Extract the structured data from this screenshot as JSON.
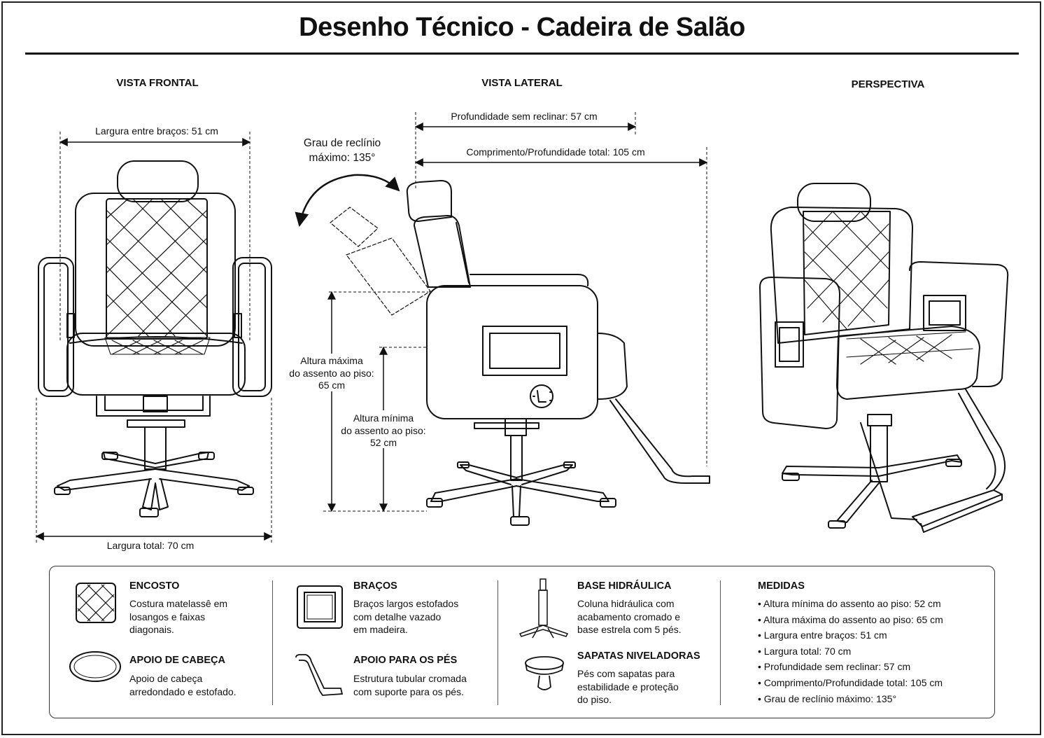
{
  "title": "Desenho Técnico - Cadeira de Salão",
  "views": {
    "front": "VISTA FRONTAL",
    "side": "VISTA LATERAL",
    "perspective": "PERSPECTIVA"
  },
  "dimensions": {
    "armrest_width": "Largura entre braços: 51 cm",
    "total_width": "Largura total: 70 cm",
    "recline_line1": "Grau de reclínio",
    "recline_line2": "máximo: 135°",
    "depth_no_recline": "Profundidade sem reclinar: 57 cm",
    "total_length": "Comprimento/Profundidade total: 105 cm",
    "max_height_l1": "Altura máxima",
    "max_height_l2": "do assento ao piso:",
    "max_height_l3": "65 cm",
    "min_height_l1": "Altura mínima",
    "min_height_l2": "do assento ao piso:",
    "min_height_l3": "52 cm"
  },
  "legend": {
    "encosto": {
      "title": "ENCOSTO",
      "text": "Costura matelassê em\nlosangos e faixas\ndiagonais."
    },
    "apoio_cabeca": {
      "title": "APOIO DE CABEÇA",
      "text": "Apoio de cabeça\narredondado e estofado."
    },
    "bracos": {
      "title": "BRAÇOS",
      "text": "Braços largos estofados\ncom detalhe vazado\nem madeira."
    },
    "apoio_pes": {
      "title": "APOIO PARA OS PÉS",
      "text": "Estrutura tubular cromada\ncom suporte para os pés."
    },
    "base": {
      "title": "BASE HIDRÁULICA",
      "text": "Coluna hidráulica com\nacabamento cromado e\nbase estrela com 5 pés."
    },
    "sapatas": {
      "title": "SAPATAS NIVELADORAS",
      "text": "Pés com sapatas para\nestabilidade e proteção\ndo piso."
    },
    "medidas": {
      "title": "MEDIDAS",
      "items": [
        "Altura mínima do assento ao piso: 52 cm",
        "Altura máxima do assento ao piso: 65 cm",
        "Largura entre braços: 51 cm",
        "Largura total: 70 cm",
        "Profundidade sem reclinar: 57 cm",
        "Comprimento/Profundidade total: 105 cm",
        "Grau de reclínio máximo: 135°"
      ]
    }
  },
  "icons": [
    "quilted-diamond-icon",
    "headrest-icon",
    "armrest-frame-icon",
    "footrest-icon",
    "hydraulic-base-icon",
    "leveling-foot-icon"
  ]
}
